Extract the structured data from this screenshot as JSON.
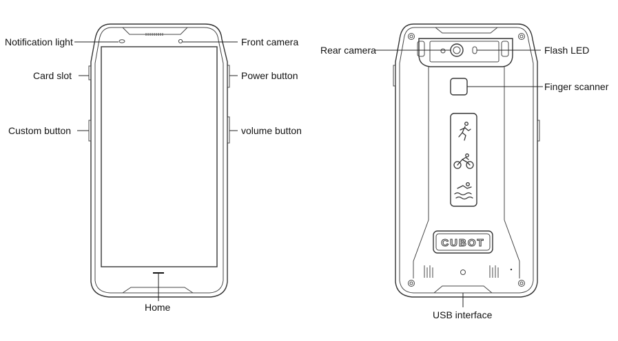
{
  "front_view": {
    "labels": {
      "notification_light": "Notification light",
      "front_camera": "Front camera",
      "card_slot": "Card slot",
      "power_button": "Power button",
      "custom_button": "Custom button",
      "volume_button": "volume button",
      "home": "Home"
    }
  },
  "back_view": {
    "brand": "CUBOT",
    "labels": {
      "rear_camera": "Rear camera",
      "flash_led": "Flash LED",
      "finger_scanner": "Finger scanner",
      "usb_interface": "USB interface"
    },
    "sport_icons": [
      "running-icon",
      "cycling-icon",
      "swimming-icon"
    ]
  }
}
